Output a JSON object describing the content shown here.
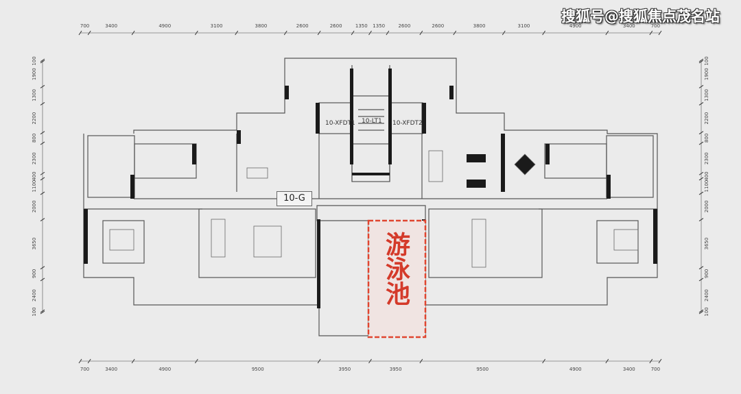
{
  "watermark": "搜狐号@搜狐焦点茂名站",
  "unit_label": "10-G",
  "core": {
    "fire_lift_1": "10-XFDT1",
    "lift": "10-LT1",
    "fire_lift_2": "10-XFDT2"
  },
  "pool_label": "游泳池",
  "colors": {
    "wall": "#1a1a1a",
    "line": "#555555",
    "pool_outline": "#e0452f",
    "background": "#ebebeb"
  },
  "dimensions": {
    "top": [
      "700",
      "3400",
      "4900",
      "3100",
      "3800",
      "2600",
      "2600",
      "1350",
      "1350",
      "2600",
      "2600",
      "3800",
      "3100",
      "4900",
      "3400",
      "700"
    ],
    "bottom": [
      "700",
      "3400",
      "4900",
      "9500",
      "3950",
      "3950",
      "9500",
      "4900",
      "3400",
      "700"
    ],
    "left": [
      "100",
      "1900",
      "1300",
      "2200",
      "800",
      "2300",
      "400",
      "1100",
      "2000",
      "3650",
      "900",
      "2400",
      "100"
    ],
    "right": [
      "100",
      "1900",
      "1300",
      "2200",
      "800",
      "2300",
      "400",
      "1100",
      "2000",
      "3650",
      "900",
      "2400",
      "100"
    ]
  }
}
